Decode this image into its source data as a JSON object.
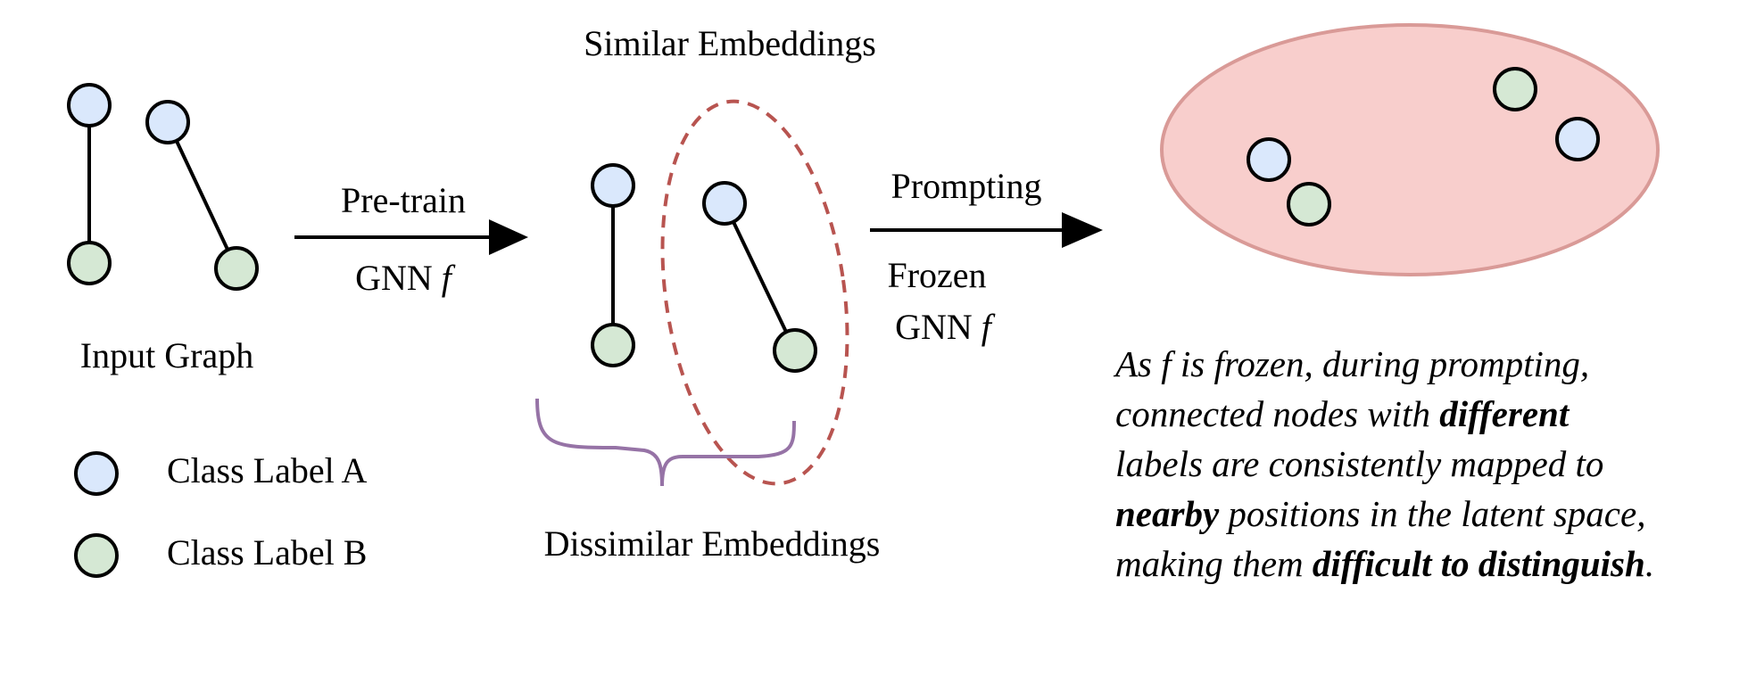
{
  "labels": {
    "similar": "Similar Embeddings",
    "pretrain": "Pre-train",
    "gnn_f": "GNN",
    "f_symbol": "f",
    "prompting": "Prompting",
    "frozen": "Frozen",
    "gnn_f2": "GNN",
    "f_symbol2": "f",
    "input_graph": "Input Graph",
    "dissimilar": "Dissimilar Embeddings",
    "legend_a": "Class Label A",
    "legend_b": "Class Label B"
  },
  "caption": {
    "line1a": "As ",
    "line1f": "f",
    "line1b": " is frozen, during prompting,",
    "line2a": "connected nodes with ",
    "line2bold": "different",
    "line3": "labels are consistently mapped to",
    "line4bold": "nearby",
    "line4b": " positions in the latent space,",
    "line5a": "making them ",
    "line5bold": "difficult to distinguish",
    "line5end": "."
  },
  "colors": {
    "class_a_fill": "#dae8fc",
    "class_b_fill": "#d5e8d4",
    "ellipse_fill": "#f8cecc",
    "ellipse_stroke": "#d99a97",
    "dashed_stroke": "#b85450",
    "brace_stroke": "#9673a6"
  }
}
